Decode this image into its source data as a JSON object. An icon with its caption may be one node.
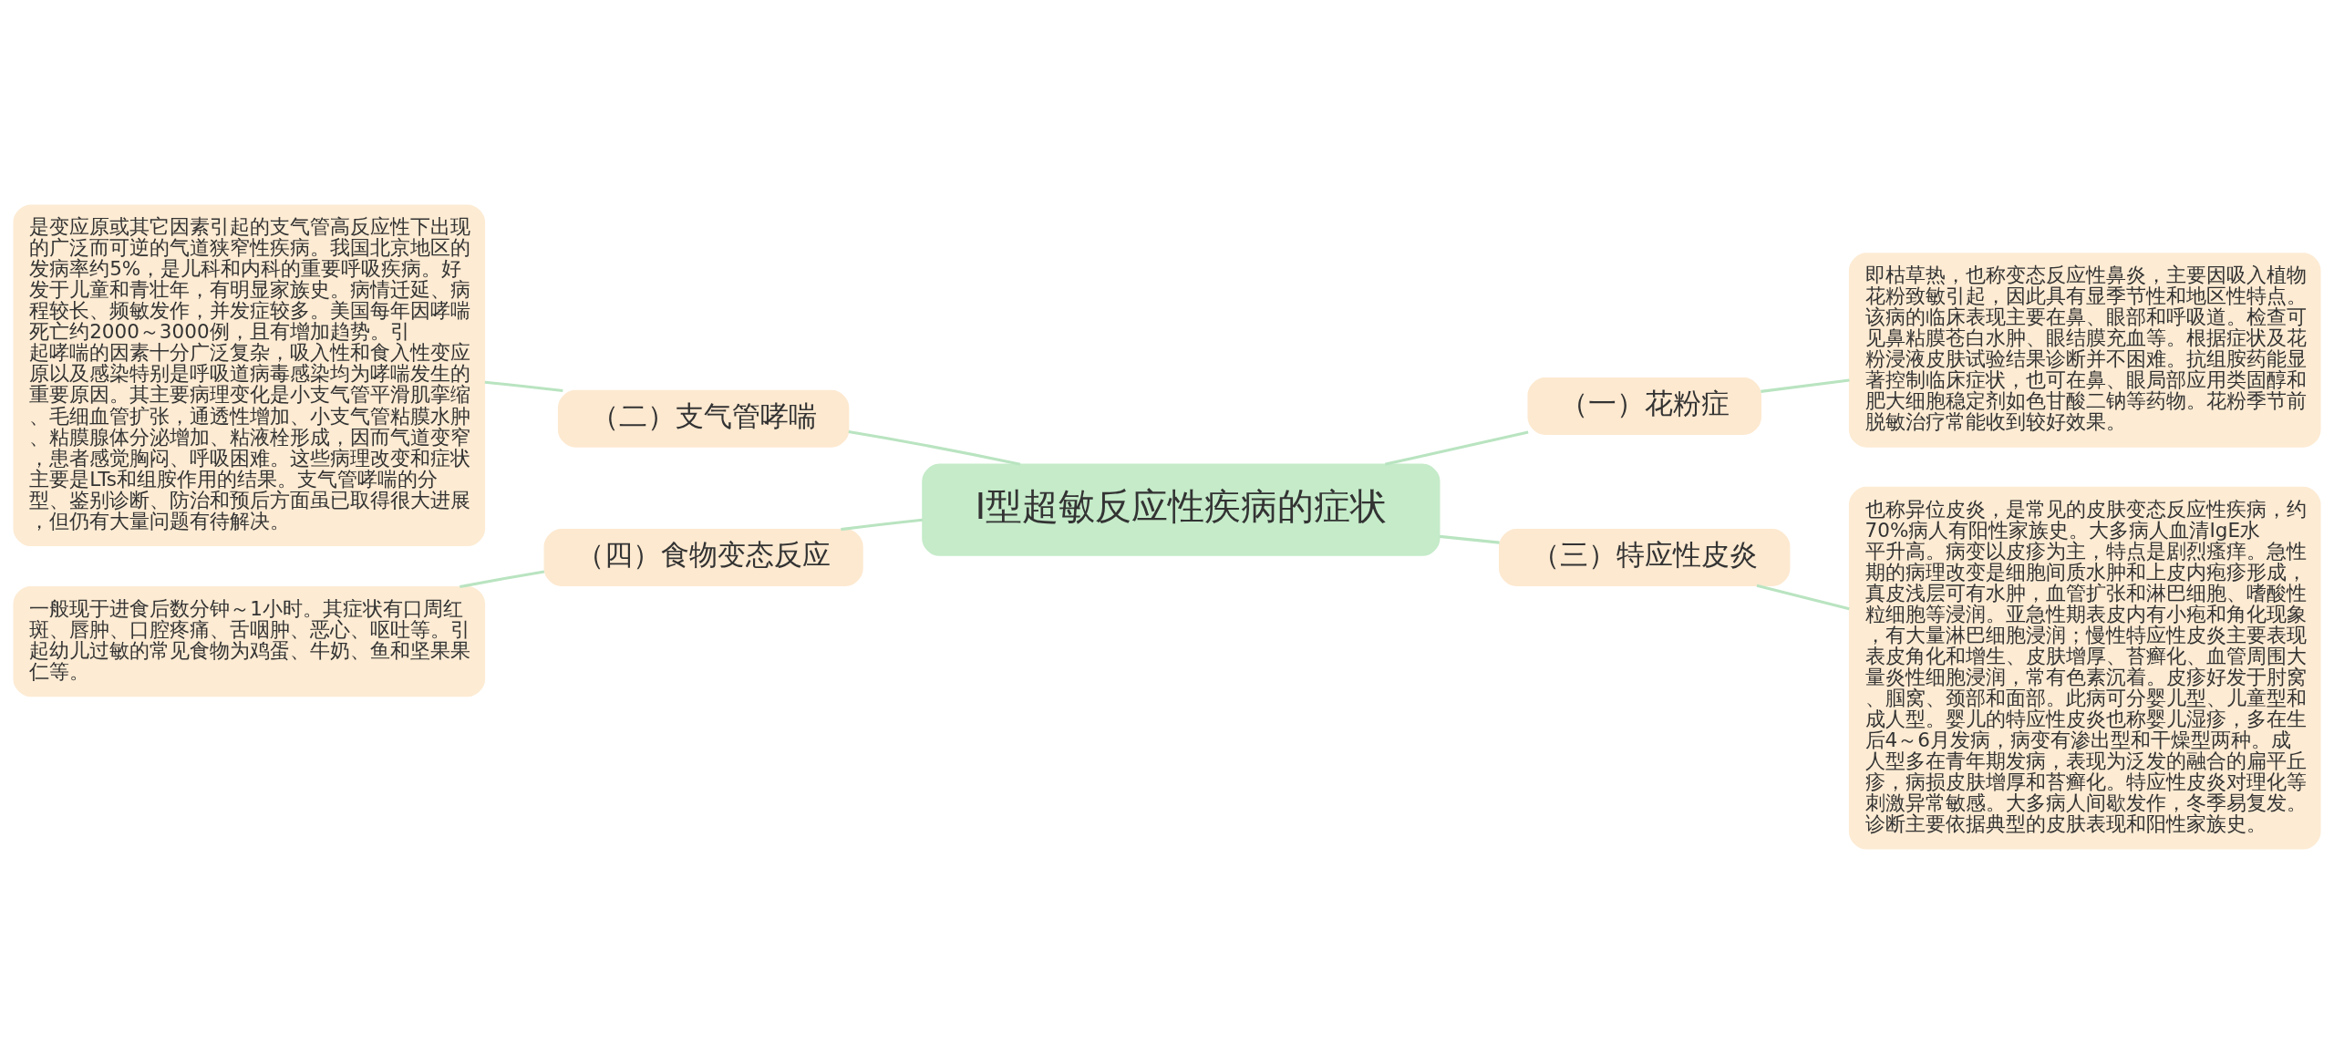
{
  "diagram": {
    "nodes": [
      {
        "text": [
          "Ⅰ型超敏反应性疾病的症状"
        ]
      },
      {
        "text": [
          "（一）花粉症"
        ]
      },
      {
        "text": [
          "即枯草热，也称变态反应性鼻炎，主要因吸入植物花粉致敏引起，因此具有显季节性和地区性特点。该病的临床表现主要在鼻、眼部和呼吸道。检查可见鼻粘膜苍白水肿、眼结膜充血等。根据症状及花粉浸液皮肤试验结果诊断并不困难。抗组胺药能显著控制临床症状，也可在鼻、眼局部应用类固醇和肥大细胞稳定剂如色甘酸二钠等药物。花粉季节前脱敏治疗常能收到较好效果。"
        ]
      },
      {
        "text": [
          "（二）支气管哮喘"
        ]
      },
      {
        "text": [
          "是变应原或其它因素引起的支气管高反应性下出现的广泛而可逆的气道狭窄性疾病。我国北京地区的发病率约5%，是儿科和内科的重要呼吸疾病。好发于儿童和青壮年，有明显家族史。病情迁延、病程较长、频敏发作，并发症较多。美国每年因哮喘死亡约2000～3000例，且有增加趋势。引起哮喘的因素十分广泛复杂，吸入性和食入性变应原以及感染特别是呼吸道病毒感染均为哮喘发生的重要原因。其主要病理变化是小支气管平滑肌挛缩、毛细血管扩张，通透性增加、小支气管粘膜水肿、粘膜腺体分泌增加、粘液栓形成，因而气道变窄，患者感觉胸闷、呼吸困难。这些病理改变和症状主要是LTs和组胺作用的结果。支气管哮喘的分型、鉴别诊断、防治和预后方面虽已取得很大进展，但仍有大量问题有待解决。"
        ]
      },
      {
        "text": [
          "（三）特应性皮炎"
        ]
      },
      {
        "text": [
          "也称异位皮炎，是常见的皮肤变态反应性疾病，约70%病人有阳性家族史。大多病人血清IgE水平升高。病变以皮疹为主，特点是剧烈瘙痒。急性期的病理改变是细胞间质水肿和上皮内疱疹形成，真皮浅层可有水肿，血管扩张和淋巴细胞、嗜酸性粒细胞等浸润。亚急性期表皮内有小疱和角化现象，有大量淋巴细胞浸润；慢性特应性皮炎主要表现表皮角化和增生、皮肤增厚、苔癣化、血管周围大量炎性细胞浸润，常有色素沉着。皮疹好发于肘窝、腘窝、颈部和面部。此病可分婴儿型、儿童型和成人型。婴儿的特应性皮炎也称婴儿湿疹，多在生后4～6月发病，病变有渗出型和干燥型两种。成人型多在青年期发病，表现为泛发的融合的扁平丘疹，病损皮肤增厚和苔癣化。特应性皮炎对理化等刺激异常敏感。大多病人间歇发作，冬季易复发。诊断主要依据典型的皮肤表现和阳性家族史。"
        ]
      },
      {
        "text": [
          "（四）食物变态反应"
        ]
      },
      {
        "text": [
          "一般现于进食后数分钟～1小时。其症状有口周红斑、唇肿、口腔疼痛、舌咽肿、恶心、呕吐等。引起幼儿过敏的常见食物为鸡蛋、牛奶、鱼和坚果果仁等。"
        ]
      }
    ],
    "edges": [
      {
        "from": 0,
        "to": 1,
        "arrow": "none"
      },
      {
        "from": 1,
        "to": 2,
        "arrow": "none"
      },
      {
        "from": 0,
        "to": 3,
        "arrow": "none"
      },
      {
        "from": 3,
        "to": 4,
        "arrow": "none"
      },
      {
        "from": 0,
        "to": 5,
        "arrow": "none"
      },
      {
        "from": 5,
        "to": 6,
        "arrow": "none"
      },
      {
        "from": 0,
        "to": 7,
        "arrow": "none"
      },
      {
        "from": 7,
        "to": 8,
        "arrow": "none"
      }
    ]
  }
}
